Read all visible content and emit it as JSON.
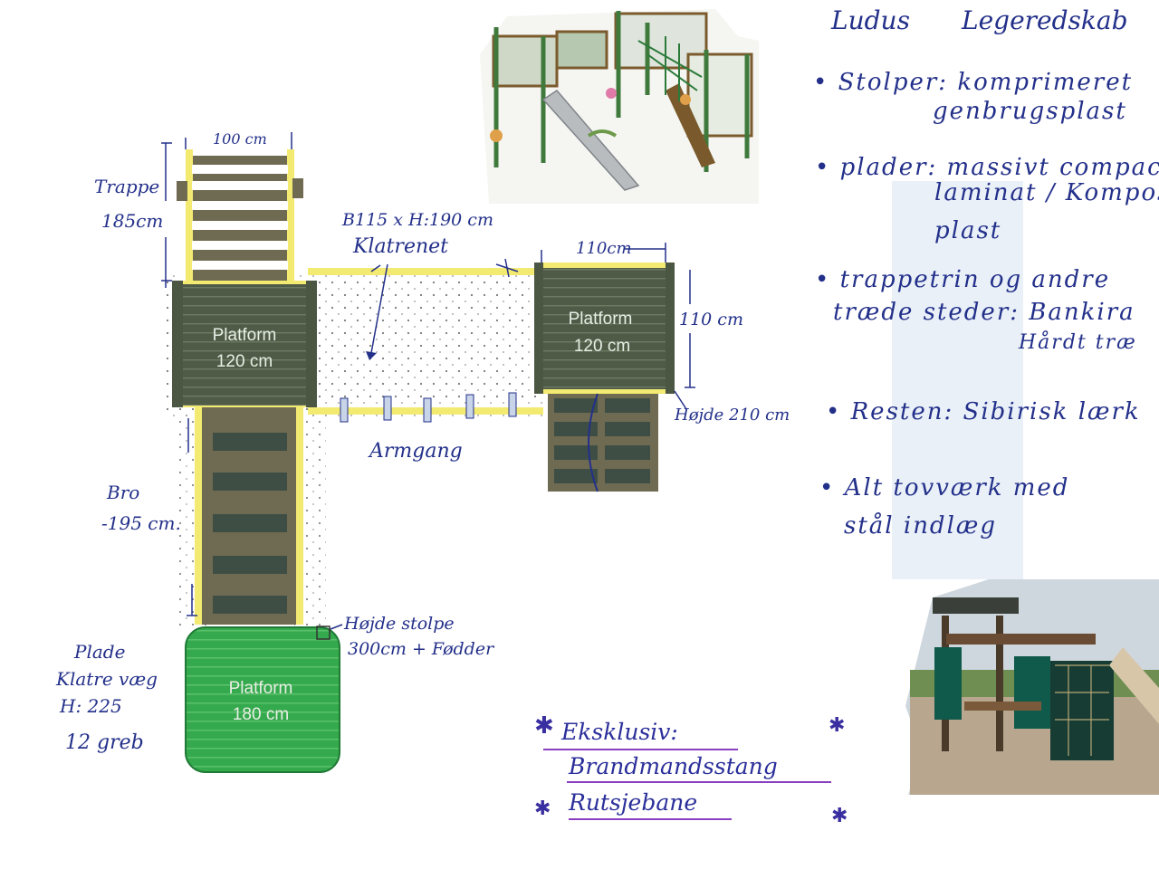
{
  "title": {
    "brand": "Ludus",
    "product": "Legeredskab"
  },
  "notes": [
    {
      "line1": "• Stolper: komprimeret",
      "line2": "genbrugsplast"
    },
    {
      "line1": "• plader: massivt compac",
      "line2": "laminat / Kompos",
      "line3": "plast"
    },
    {
      "line1": "• trappetrin og andre",
      "line2": "træde steder: Bankira",
      "line3": "Hårdt træ"
    },
    {
      "line1": "• Resten: Sibirisk lærk"
    },
    {
      "line1": "• Alt tovværk med",
      "line2": "stål indlæg"
    }
  ],
  "platforms": [
    {
      "line1": "Platform",
      "line2": "120 cm"
    },
    {
      "line1": "Platform",
      "line2": "120 cm"
    },
    {
      "line1": "Platform",
      "line2": "180 cm"
    }
  ],
  "annotations": {
    "width_top": "100 cm",
    "trappe": "Trappe",
    "trappe_len": "185cm",
    "net_size": "B115 x H:190 cm",
    "net_name": "Klatrenet",
    "width_right": "110cm",
    "height_right": "110 cm",
    "height_210": "Højde 210 cm",
    "armgang": "Armgang",
    "bro": "Bro",
    "bro_len": "-195 cm.",
    "stolpe_line1": "Højde stolpe",
    "stolpe_line2": "300cm + Fødder",
    "wall_line1": "Plade",
    "wall_line2": "Klatre væg",
    "wall_line3": "H: 225",
    "wall_line4": "12 greb"
  },
  "extras": {
    "heading": "Eksklusiv:",
    "item1": "Brandmandsstang",
    "item2": "Rutsjebane"
  },
  "colors": {
    "deck_dark": "#4e5a45",
    "deck_mid": "#6b6a4f",
    "post_yellow": "#f3ea72",
    "platform_green": "#2fa64a",
    "ink": "#23308a",
    "underline": "#8a3fc0"
  },
  "icons": [
    "playground-render-illustration",
    "playground-photo",
    "asterisk-icon"
  ]
}
